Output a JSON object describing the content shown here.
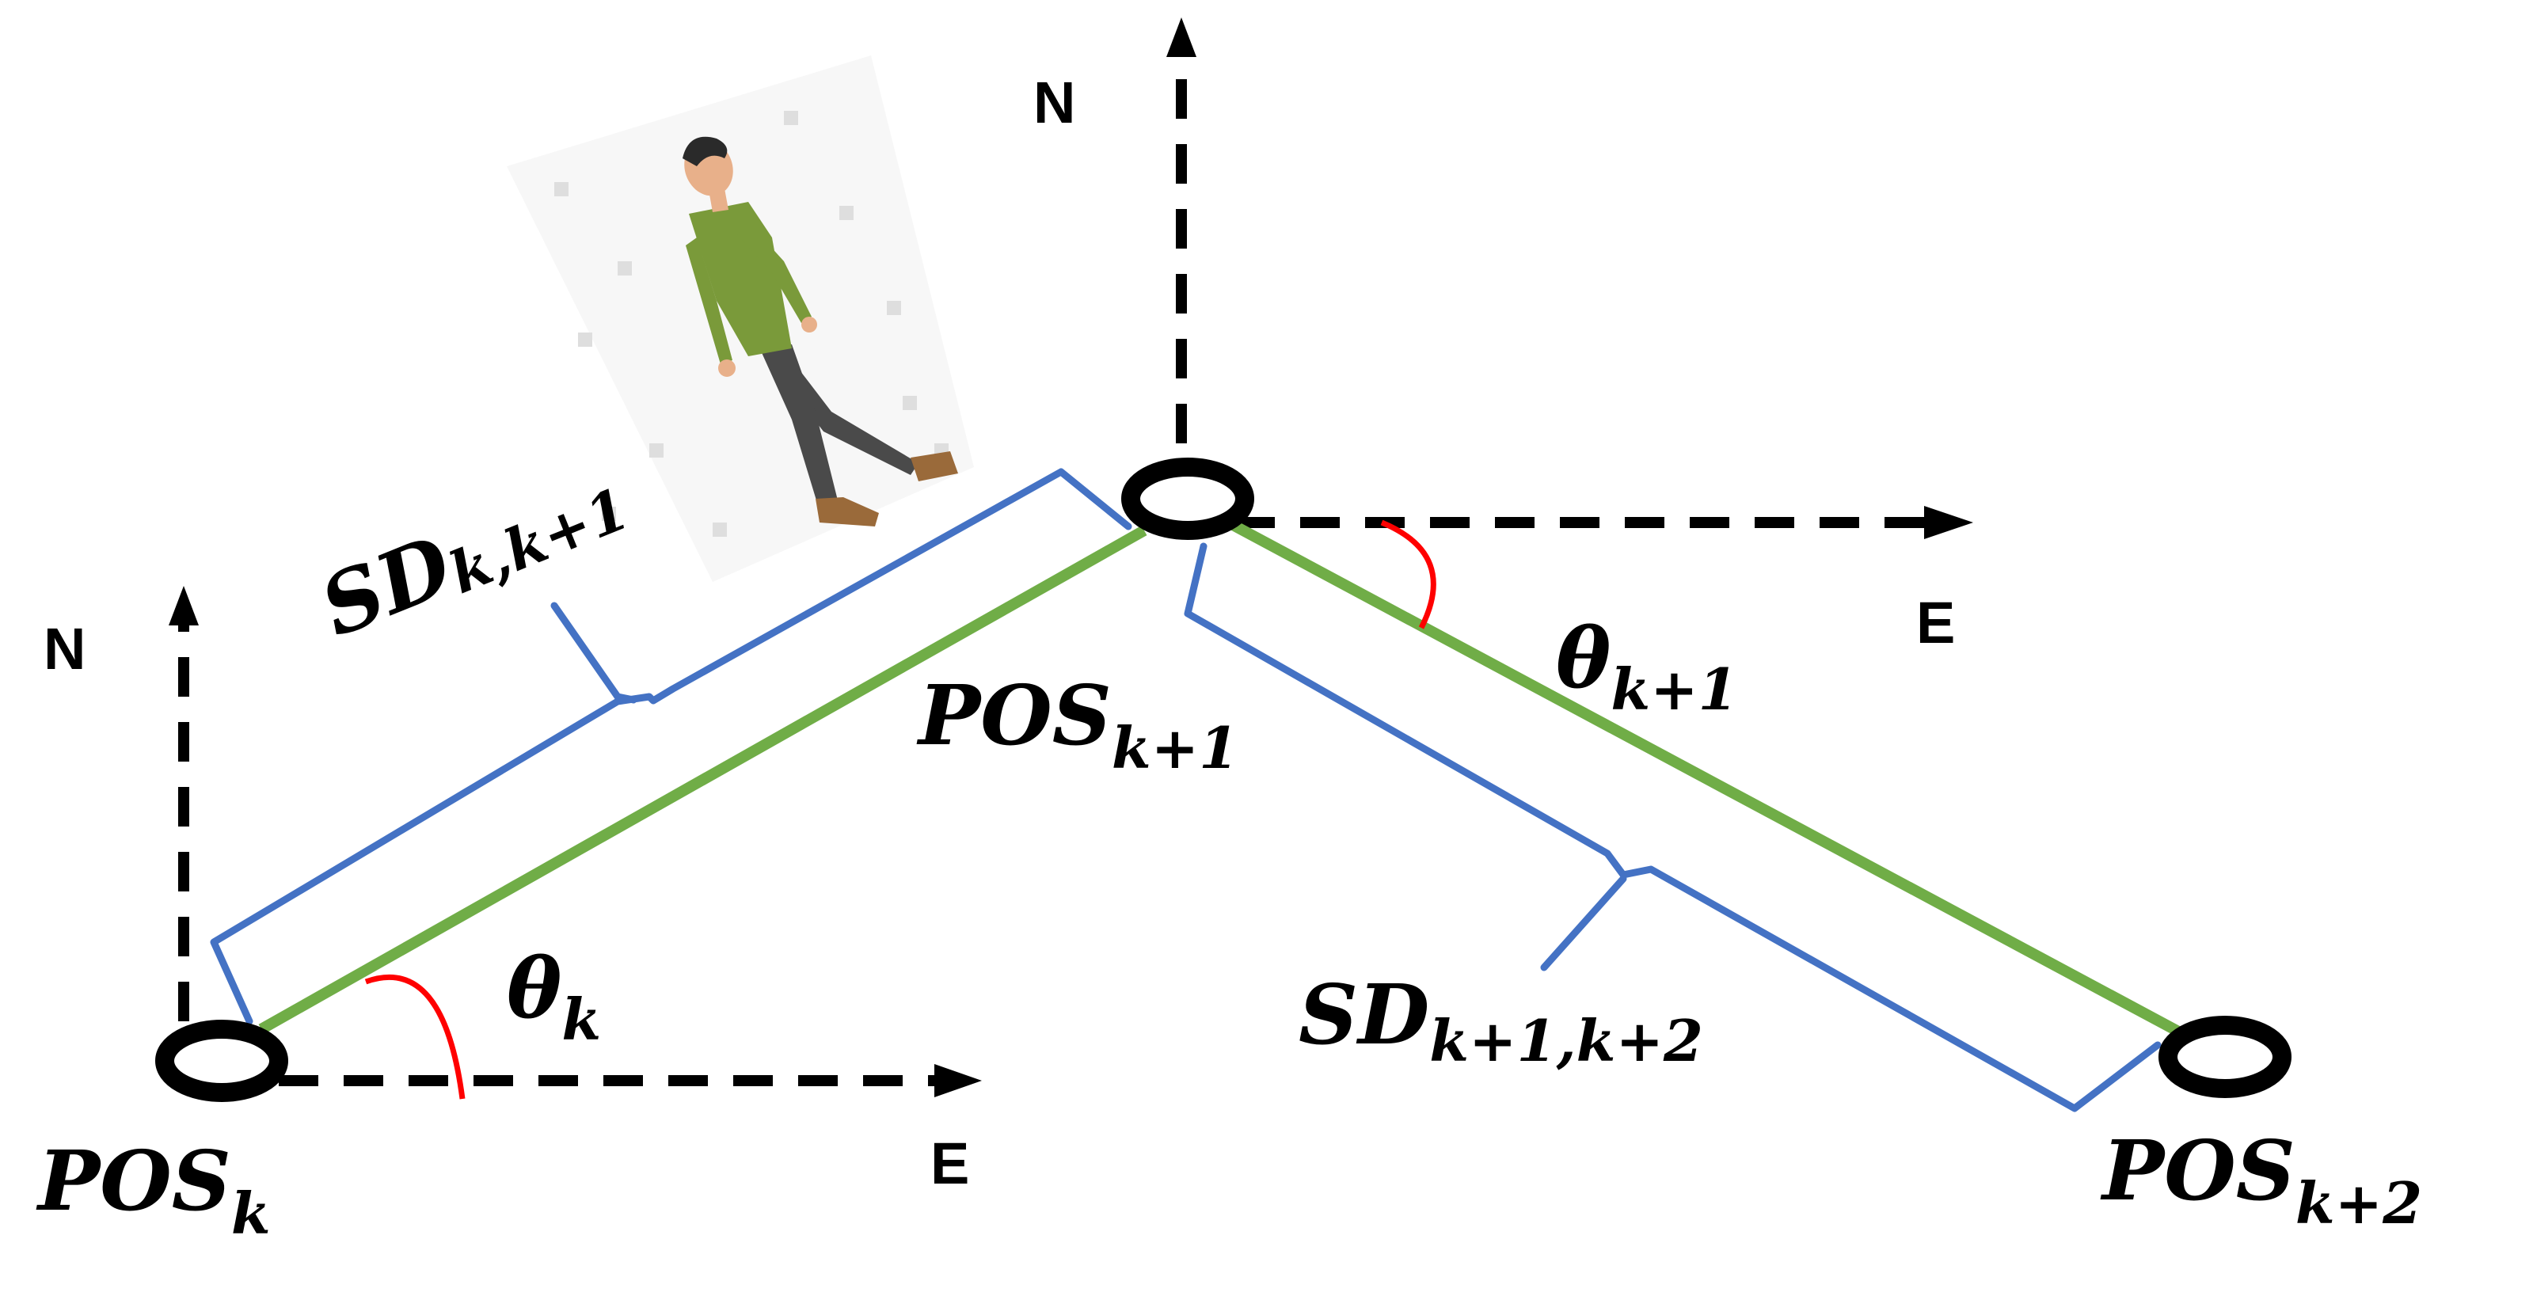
{
  "colors": {
    "walk_path": "#70ad47",
    "step_brace": "#4472c4",
    "heading_arc": "#ff0000",
    "axes": "#000000",
    "node_fill": "#ffffff",
    "shirt": "#7a9a3a",
    "pants": "#4a4a4a",
    "skin": "#e8b08a",
    "hair": "#2a2a2a",
    "shoes": "#9a6a3a"
  },
  "axes": {
    "north": "N",
    "east": "E"
  },
  "nodes": [
    {
      "id": "pos_k",
      "base": "POS",
      "sub": "k"
    },
    {
      "id": "pos_k1",
      "base": "POS",
      "sub": "k+1"
    },
    {
      "id": "pos_k2",
      "base": "POS",
      "sub": "k+2"
    }
  ],
  "headings": [
    {
      "base": "θ",
      "sub": "k"
    },
    {
      "base": "θ",
      "sub": "k+1"
    }
  ],
  "step_lengths": [
    {
      "base": "SD",
      "sub": "k,k+1"
    },
    {
      "base": "SD",
      "sub": "k+1,k+2"
    }
  ],
  "figure": {
    "icon": "walking-person-icon"
  }
}
